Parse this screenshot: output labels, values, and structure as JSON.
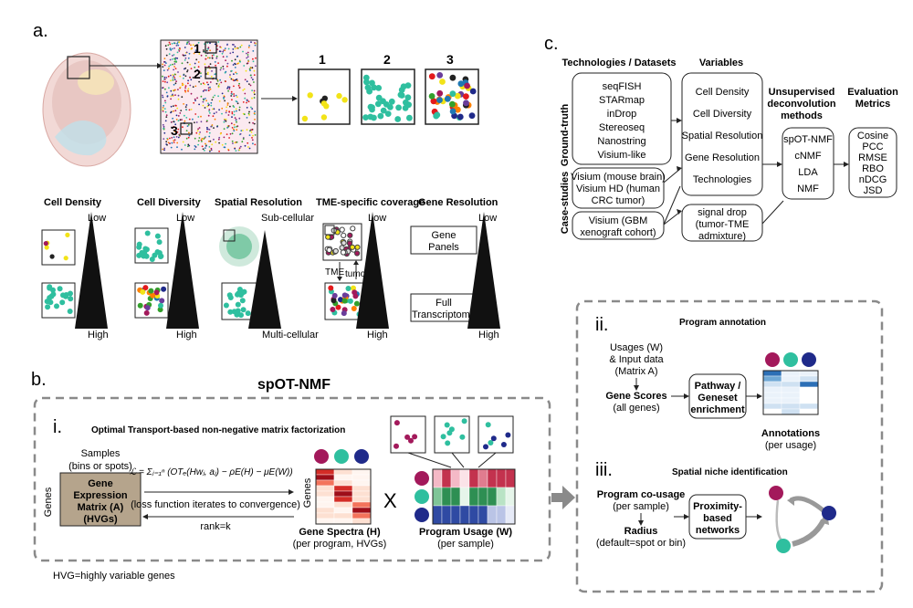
{
  "panel_a": {
    "letter": "a.",
    "zoom_labels": [
      "1",
      "2",
      "3"
    ],
    "inset_labels": [
      "1",
      "2",
      "3"
    ],
    "variables": [
      {
        "title": "Cell Density",
        "top": "Low",
        "bottom": "High"
      },
      {
        "title": "Cell Diversity",
        "top": "Low",
        "bottom": "High"
      },
      {
        "title": "Spatial Resolution",
        "top": "Sub-cellular",
        "bottom": "Multi-cellular"
      },
      {
        "title": "TME-specific coverage",
        "top": "Low",
        "bottom": "High",
        "tme": "TME",
        "tumor": "tumor"
      },
      {
        "title": "Gene Resolution",
        "top": "Low",
        "bottom": "High",
        "box_top": [
          "Gene",
          "Panels"
        ],
        "box_bottom": [
          "Full",
          "Transcriptome"
        ]
      }
    ]
  },
  "panel_b": {
    "letter": "b.",
    "title": "spOT-NMF",
    "sub_i": "i.",
    "sub_i_title": "Optimal Transport-based non-negative matrix factorization",
    "samples": [
      "Samples",
      "(bins or spots)"
    ],
    "genes_axis": "Genes",
    "matrix_lines": [
      "Gene",
      "Expression",
      "Matrix (A)",
      "(HVGs)"
    ],
    "loss_formula": "ℒ = Σⱼ₌₁ⁿ (OTₑ(Hwⱼ, aⱼ) − ρE(H) − μE(W))",
    "loss_note": "(loss function iterates to convergence)",
    "rank": "rank=k",
    "spectra_genes": "Genes",
    "spectra_title": "Gene Spectra (H)",
    "spectra_sub": "(per program, HVGs)",
    "times": "X",
    "usage_title": "Program Usage (W)",
    "usage_sub": "(per sample)",
    "footnote": "HVG=highly variable genes"
  },
  "panel_c": {
    "letter": "c.",
    "col_tech": "Technologies / Datasets",
    "col_vars": "Variables",
    "col_methods": [
      "Unsupervised",
      "deconvolution",
      "methods"
    ],
    "col_eval": [
      "Evaluation",
      "Metrics"
    ],
    "ground_truth_label": "Ground-truth",
    "case_label": "Case-studies",
    "technologies": [
      "seqFISH",
      "STARmap",
      "inDrop",
      "Stereoseq",
      "Nanostring",
      "Visium-like"
    ],
    "case_1": [
      "Visium (mouse brain)",
      "Visium HD (human",
      "CRC tumor)"
    ],
    "case_2": [
      "Visium (GBM",
      "xenograft cohort)"
    ],
    "variables": [
      "Cell Density",
      "Cell Diversity",
      "Spatial Resolution",
      "Gene Resolution",
      "Technologies"
    ],
    "signal_drop": [
      "signal drop",
      "(tumor-TME",
      "admixture)"
    ],
    "methods": [
      "spOT-NMF",
      "cNMF",
      "LDA",
      "NMF"
    ],
    "metrics": [
      "Cosine",
      "PCC",
      "RMSE",
      "RBO",
      "nDCG",
      "JSD"
    ]
  },
  "panel_ii": {
    "label": "ii.",
    "title": "Program annotation",
    "inputs": [
      "Usages (W)",
      "& Input data",
      "(Matrix A)"
    ],
    "gene_scores": "Gene Scores",
    "gene_scores_sub": "(all genes)",
    "pathway": [
      "Pathway /",
      "Geneset",
      "enrichment"
    ],
    "annotations": "Annotations",
    "annotations_sub": "(per usage)"
  },
  "panel_iii": {
    "label": "iii.",
    "title": "Spatial niche identification",
    "co_usage": "Program co-usage",
    "co_usage_sub": "(per sample)",
    "radius": "Radius",
    "radius_sub": "(default=spot or bin)",
    "proximity": [
      "Proximity-",
      "based",
      "networks"
    ]
  },
  "colors": {
    "magenta": "#a3195b",
    "teal": "#2fbf9f",
    "navy": "#1f2a8a",
    "yellow": "#f2e318",
    "dash_gray": "#8a8a8a",
    "matrix_tan": "#b5a48c"
  }
}
